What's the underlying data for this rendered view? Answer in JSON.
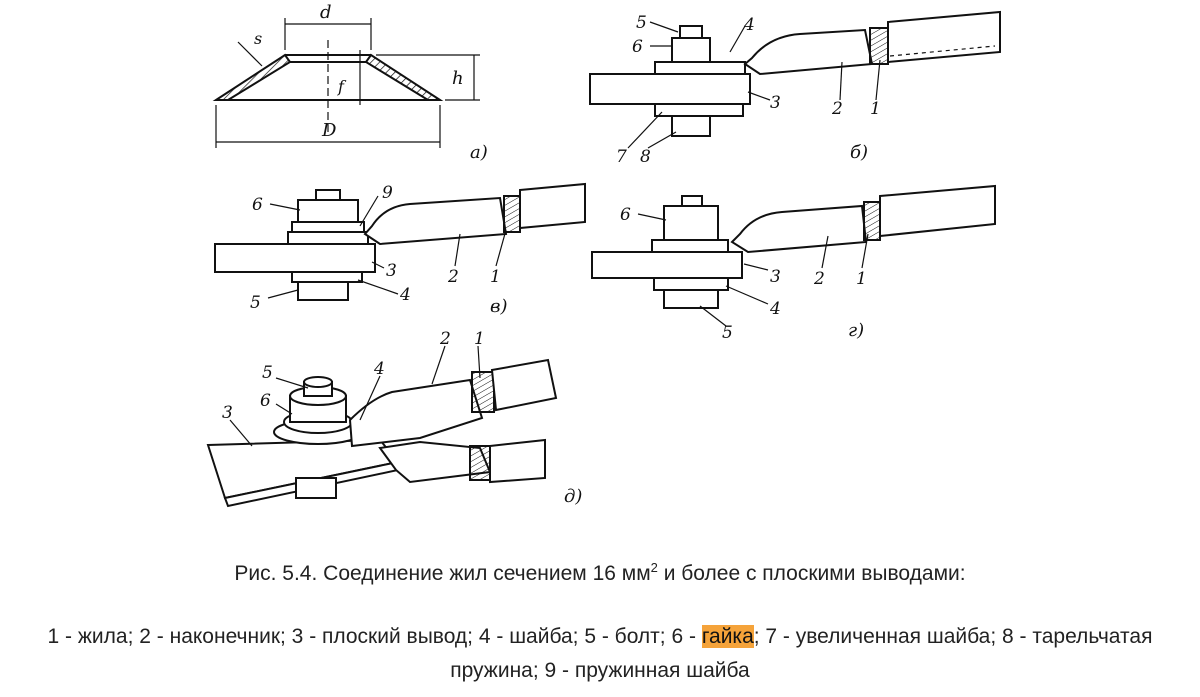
{
  "figure": {
    "panel_labels": {
      "a": "а)",
      "b": "б)",
      "v": "в)",
      "g": "г)",
      "d": "д)"
    },
    "dimension_labels": {
      "d": "d",
      "D": "D",
      "h": "h",
      "f": "f",
      "s": "s"
    },
    "callouts": {
      "b": [
        "5",
        "4",
        "6",
        "3",
        "2",
        "1",
        "7",
        "8"
      ],
      "v": [
        "6",
        "9",
        "3",
        "2",
        "1",
        "5",
        "4"
      ],
      "g": [
        "6",
        "3",
        "2",
        "1",
        "4",
        "5"
      ],
      "d": [
        "5",
        "6",
        "4",
        "2",
        "1",
        "3"
      ]
    }
  },
  "caption": {
    "prefix": "Рис. 5.4. Соединение жил сечением 16 мм",
    "superscript": "2",
    "suffix": " и более с плоскими выводами:"
  },
  "legend": {
    "part1": "1 - жила; 2 - наконечник; 3 - плоский вывод; 4 - шайба; 5 - болт; 6 - ",
    "highlight": "гайка",
    "part2": "; 7 - увеличенная шайба; 8 - тарельчатая пружина; 9 - пружинная шайба",
    "highlight_color": "#f5a33a"
  }
}
